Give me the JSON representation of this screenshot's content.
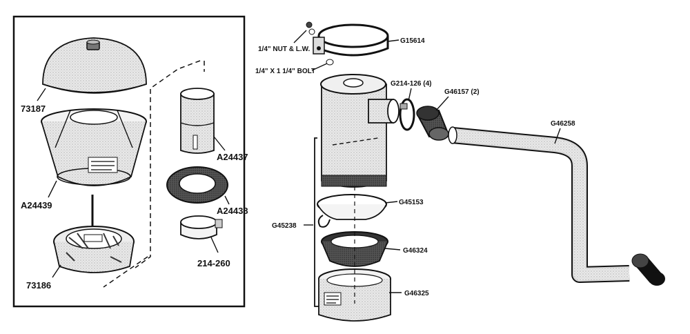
{
  "diagram": {
    "labels": {
      "cover": "73187",
      "bowl_body": "A24439",
      "base": "73186",
      "tube": "A24437",
      "gasket": "A24438",
      "clamp_small": "214-260",
      "mount_band": "G15614",
      "nut": "1/4\" NUT & L.W.",
      "bolt": "1/4\" X 1 1/4\" BOLT",
      "hose_clamp": "G214-126 (4)",
      "hose_coupling": "G46157 (2)",
      "pipe": "G46258",
      "retainer": "G45153",
      "cup_assembly": "G45238",
      "screen": "G46324",
      "oil_cup": "G46325"
    }
  }
}
